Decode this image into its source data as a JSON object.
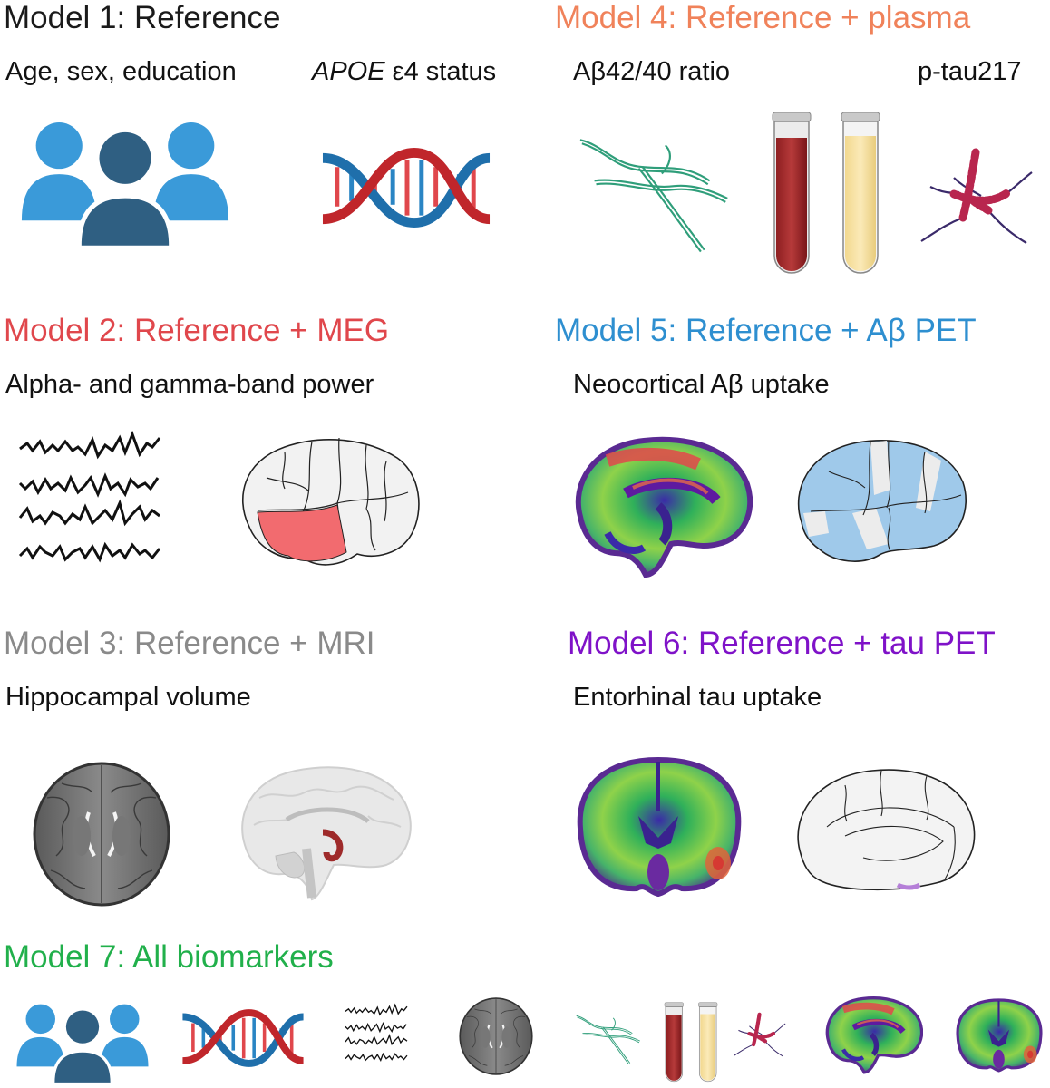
{
  "colors": {
    "model1": "#1a1a1a",
    "model2": "#e0474c",
    "model3": "#8a8a8a",
    "model4": "#f0825a",
    "model5": "#2e8fd0",
    "model6": "#7f12c8",
    "model7": "#21b04b"
  },
  "models": [
    {
      "title": "Model 1: Reference",
      "items": [
        {
          "label": "Age, sex, education",
          "icon": "people-icon"
        },
        {
          "label_italic": "APOE",
          "label": " ε4 status",
          "icon": "dna-icon"
        }
      ]
    },
    {
      "title": "Model 2: Reference + MEG",
      "items": [
        {
          "label": "Alpha- and gamma-band power",
          "icon": "waveform-icon"
        },
        {
          "icon": "brain-temporal-icon"
        }
      ]
    },
    {
      "title": "Model 3: Reference + MRI",
      "items": [
        {
          "label": "Hippocampal volume",
          "icon": "mri-axial-icon"
        },
        {
          "icon": "brain-hippocampus-icon"
        }
      ]
    },
    {
      "title": "Model 4: Reference + plasma",
      "items": [
        {
          "label": "Aβ42/40 ratio",
          "icon": "amyloid-fibril-icon"
        },
        {
          "icon": "blood-tubes-icon"
        },
        {
          "label": "p-tau217",
          "icon": "tau-tangle-icon"
        }
      ]
    },
    {
      "title": "Model 5: Reference + Aβ PET",
      "items": [
        {
          "label": "Neocortical Aβ uptake",
          "icon": "pet-sagittal-icon"
        },
        {
          "icon": "brain-neocortex-icon"
        }
      ]
    },
    {
      "title": "Model 6: Reference + tau PET",
      "items": [
        {
          "label": "Entorhinal tau uptake",
          "icon": "pet-coronal-icon"
        },
        {
          "icon": "brain-entorhinal-icon"
        }
      ]
    },
    {
      "title": "Model 7: All biomarkers",
      "items": []
    }
  ]
}
